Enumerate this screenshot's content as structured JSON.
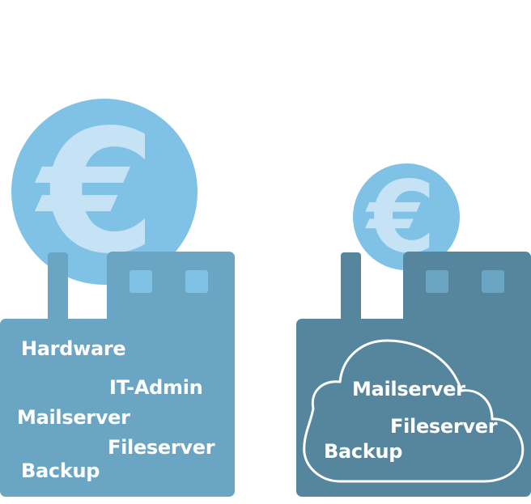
{
  "colors": {
    "coin": "#80c2e6",
    "coin_symbol": "#c6e3f6",
    "factory_left": "#6aa5c4",
    "factory_right": "#55869d",
    "window_left": "#80c2e6",
    "window_right": "#6aa6c4",
    "cloud_outline": "#ffffff",
    "label": "#ffffff"
  },
  "left_factory": {
    "currency_symbol": "€",
    "labels": [
      "Hardware",
      "IT-Admin",
      "Mailserver",
      "Fileserver",
      "Backup"
    ]
  },
  "right_factory": {
    "currency_symbol": "€",
    "cloud_labels": [
      "Mailserver",
      "Fileserver",
      "Backup"
    ]
  }
}
